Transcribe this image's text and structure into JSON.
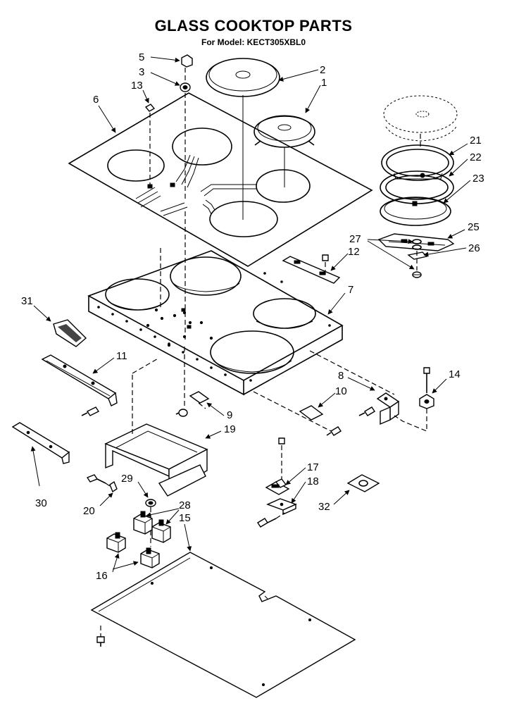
{
  "title": "GLASS COOKTOP PARTS",
  "subtitle": "For Model: KECT305XBL0",
  "callouts": [
    "1",
    "2",
    "3",
    "5",
    "6",
    "7",
    "8",
    "9",
    "10",
    "11",
    "12",
    "13",
    "14",
    "15",
    "16",
    "17",
    "18",
    "19",
    "20",
    "21",
    "22",
    "23",
    "25",
    "26",
    "27",
    "28",
    "29",
    "30",
    "31",
    "32"
  ]
}
